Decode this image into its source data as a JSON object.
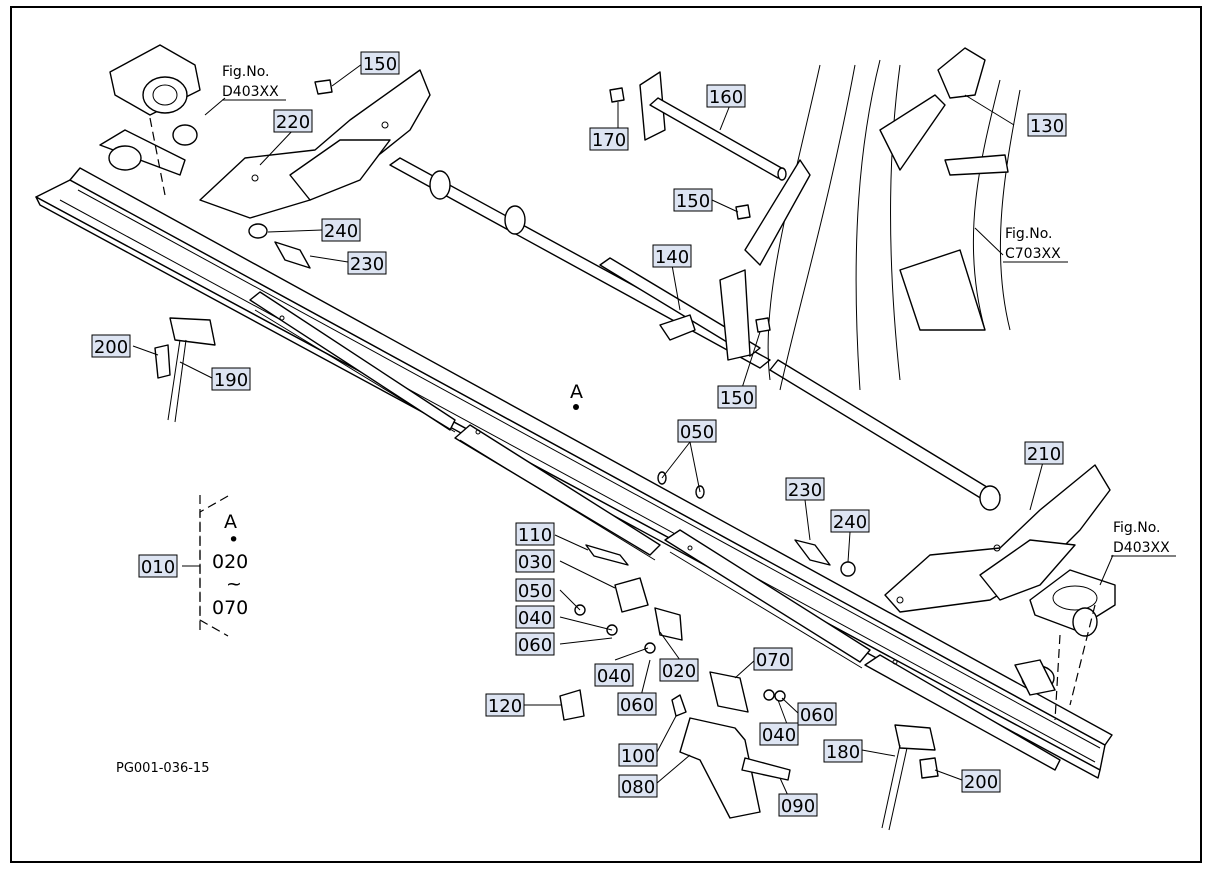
{
  "figure_code": "PG001-036-15",
  "section_marker": "A",
  "range_note": {
    "letter": "A",
    "dot": "•",
    "from": "020",
    "tilde": "~",
    "to": "070"
  },
  "fig_refs": [
    {
      "prefix": "Fig.No.",
      "code": "D403XX"
    },
    {
      "prefix": "Fig.No.",
      "code": "C703XX"
    },
    {
      "prefix": "Fig.No.",
      "code": "D403XX"
    }
  ],
  "callouts": [
    "150",
    "220",
    "170",
    "160",
    "130",
    "150",
    "240",
    "230",
    "140",
    "150",
    "200",
    "190",
    "050",
    "210",
    "230",
    "240",
    "110",
    "030",
    "050",
    "040",
    "060",
    "040",
    "020",
    "070",
    "060",
    "040",
    "120",
    "060",
    "100",
    "080",
    "090",
    "180",
    "200",
    "010"
  ],
  "colors": {
    "label_fill": "#dde4f2",
    "line": "#000000",
    "background": "#ffffff"
  }
}
